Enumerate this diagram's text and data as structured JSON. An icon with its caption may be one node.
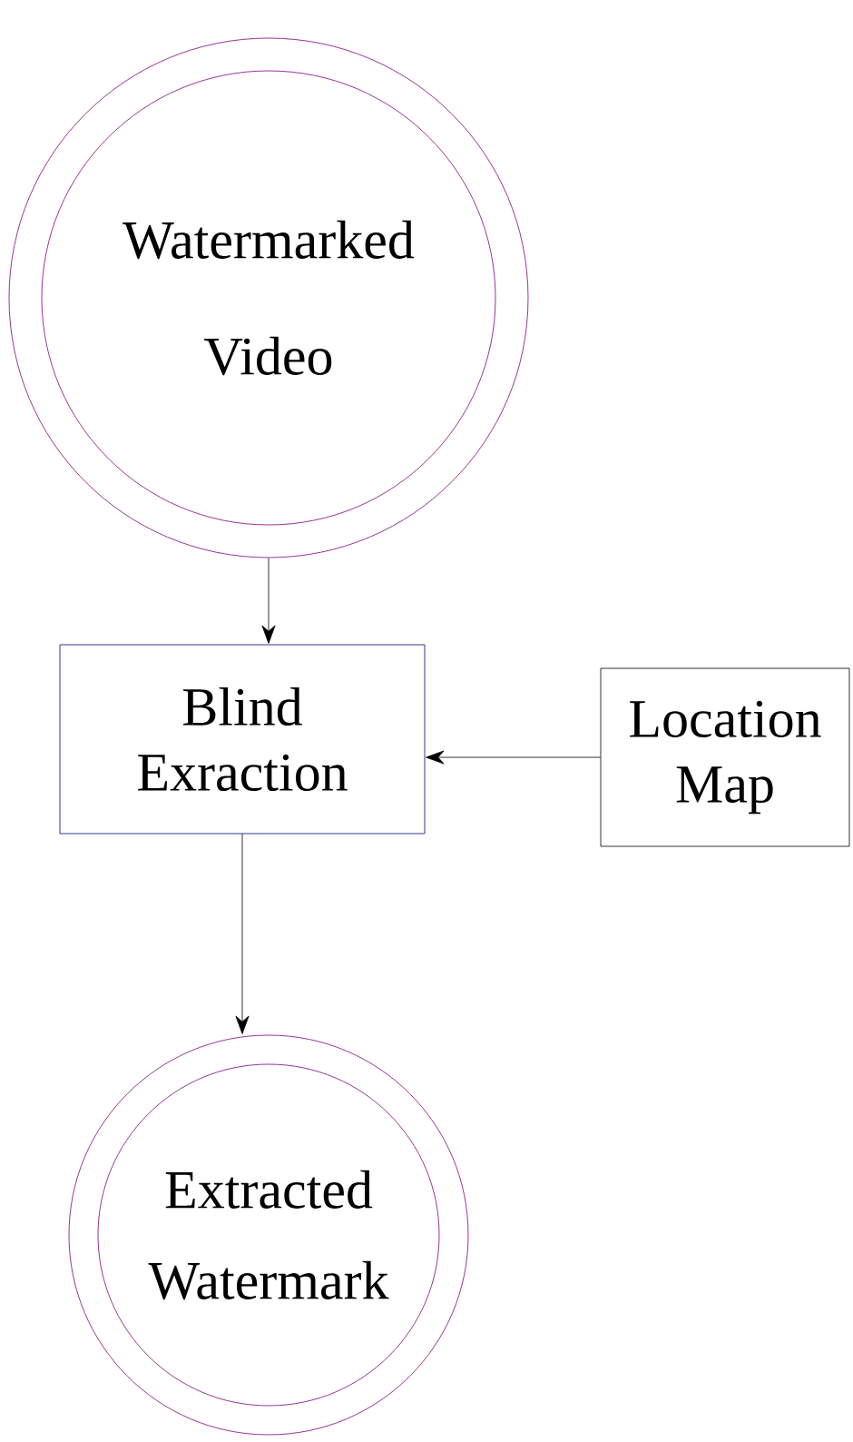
{
  "diagram": {
    "nodes": [
      {
        "text": [
          "Watermarked Video"
        ]
      },
      {
        "text": [
          "Blind Exraction"
        ]
      },
      {
        "text": [
          "Location Map"
        ]
      },
      {
        "text": [
          "Extracted Watermark"
        ]
      }
    ],
    "edges": [
      {
        "from": 0,
        "to": 1,
        "arrow": "to"
      },
      {
        "from": 2,
        "to": 1,
        "arrow": "to"
      },
      {
        "from": 1,
        "to": 3,
        "arrow": "to"
      }
    ]
  }
}
